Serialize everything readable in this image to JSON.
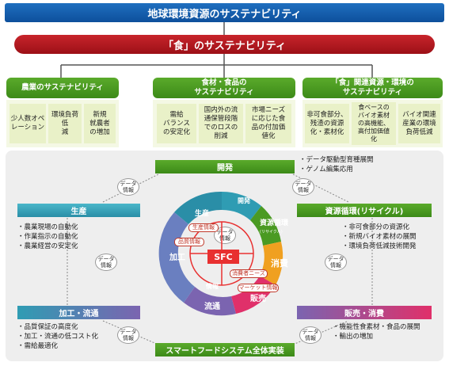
{
  "title": "地球環境資源のサステナビリティ",
  "food_title": "「食」のサステナビリティ",
  "categories": [
    {
      "title": "農業のサステナビリティ",
      "items": [
        "少人数オペ\nレーション",
        "環境負荷低\n減",
        "新規\n就農者\nの増加"
      ]
    },
    {
      "title": "食材・食品の\nサステナビリティ",
      "items": [
        "需給\nバランス\nの安定化",
        "国内外の流\n通保管段階\nでのロスの\n削減",
        "市場ニーズ\nに応じた食\n品の付加価\n値化"
      ]
    },
    {
      "title": "「食」関連資源・環境の\nサステナビリティ",
      "items": [
        "非可食部分、\n残渣の資源\n化・素材化",
        "食ベースの\nバイオ素材\nの高機能、\n高付加価値\n化",
        "バイオ関連\n産業の環境\n負荷低減"
      ]
    }
  ],
  "cycle": {
    "top": {
      "label": "開発",
      "notes": [
        "データ駆動型育種展開",
        "ゲノム編集応用"
      ]
    },
    "left": {
      "label": "生産",
      "notes": [
        "農業現場の自動化",
        "作業指示の自動化",
        "農業経営の安定化"
      ]
    },
    "right": {
      "label": "資源循環(リサイクル)",
      "notes": [
        "非可食部分の資源化",
        "新規バイオ素材の展開",
        "環境負荷低減技術開発"
      ]
    },
    "bottom_left": {
      "label": "加工・流通",
      "notes": [
        "品質保証の高度化",
        "加工・流通の低コスト化",
        "需給最適化"
      ]
    },
    "bottom_right": {
      "label": "販売・消費",
      "notes": [
        "機能性食素材・食品の展開",
        "輸出の増加"
      ]
    },
    "bottom": {
      "label": "スマートフードシステム全体実装"
    }
  },
  "data_label": "データ\n情報",
  "ring": {
    "segments": [
      "開発",
      "生産",
      "資源循環",
      "消費",
      "販売",
      "流通",
      "加工"
    ],
    "recycle_sub": "(リサイクル)",
    "center": "SFC",
    "inner_labels": [
      "生産情報",
      "品質情報",
      "消費者ニーズ",
      "マーケット情報",
      "情報"
    ]
  },
  "colors": {
    "blue": "#1565b8",
    "red": "#b81a21",
    "green": "#4a9a22",
    "teal": "#2f9cb3",
    "orange": "#f0a020",
    "pink": "#e0306a",
    "purple": "#7b64b0"
  }
}
